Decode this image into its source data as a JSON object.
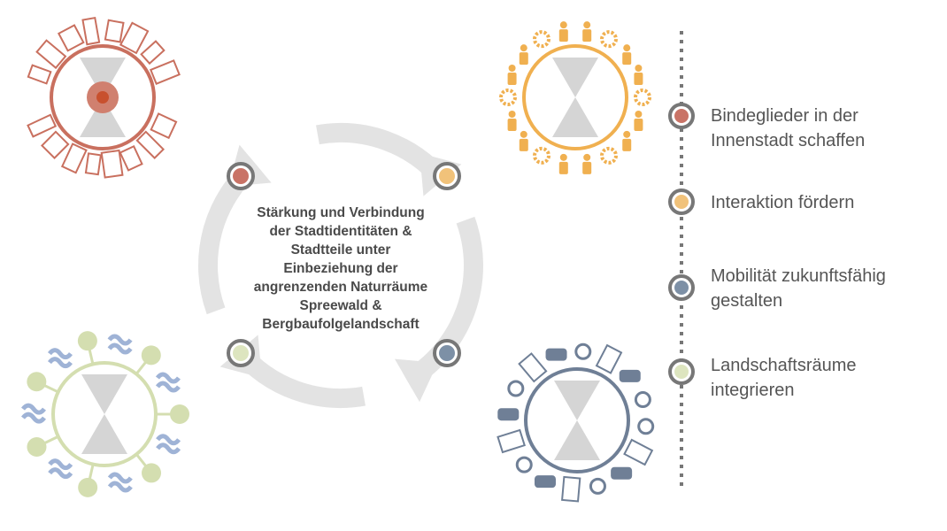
{
  "center": {
    "lines": [
      "Stärkung und Verbindung",
      "der Stadtidentitäten &",
      "Stadtteile unter",
      "Einbeziehung der",
      "angrenzenden Naturräume",
      "Spreewald &",
      "Bergbaufolgelandschaft"
    ]
  },
  "legend": [
    {
      "lines": [
        "Bindeglieder in der",
        "Innenstadt schaffen"
      ],
      "color": "#c97366",
      "icon": "red-dot-icon"
    },
    {
      "lines": [
        "Interaktion fördern"
      ],
      "color": "#f1c27a",
      "icon": "orange-dot-icon"
    },
    {
      "lines": [
        "Mobilität zukunftsfähig",
        "gestalten"
      ],
      "color": "#7d90a6",
      "icon": "blue-dot-icon"
    },
    {
      "lines": [
        "Landschaftsräume",
        "integrieren"
      ],
      "color": "#dde5bf",
      "icon": "green-dot-icon"
    }
  ],
  "colors": {
    "red": "#c9705f",
    "orange": "#f0b050",
    "blue": "#6f7f96",
    "green": "#d4deb0",
    "gray": "#e3e3e3",
    "ring": "#777777"
  }
}
